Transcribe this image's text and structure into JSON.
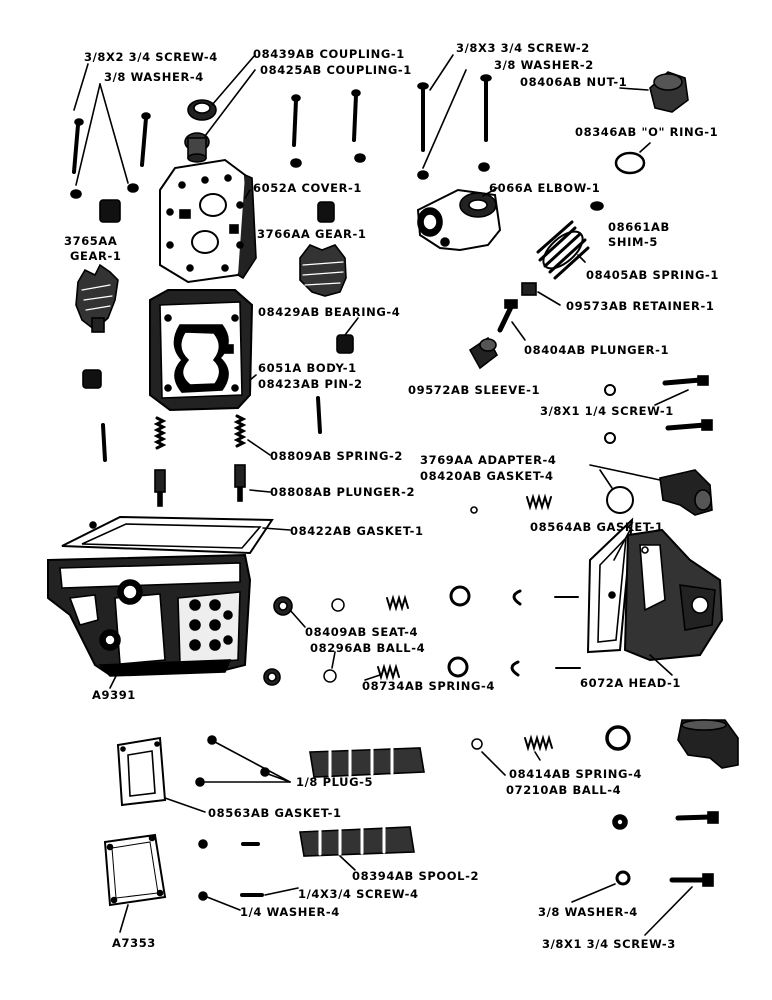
{
  "labels": {
    "screw_38x234": "3/8X2 3/4 SCREW-4",
    "washer_38_4": "3/8 WASHER-4",
    "coupling_08439": "08439AB COUPLING-1",
    "coupling_08425": "08425AB COUPLING-1",
    "screw_38x334": "3/8X3 3/4 SCREW-2",
    "washer_38_2": "3/8 WASHER-2",
    "nut_08406": "08406AB NUT-1",
    "oring_08346": "08346AB \"O\" RING-1",
    "cover_6052": "6052A COVER-1",
    "elbow_6066": "6066A ELBOW-1",
    "shim_line1": "08661AB",
    "shim_line2": "SHIM-5",
    "gear_3765_line1": "3765AA",
    "gear_3765_line2": "GEAR-1",
    "gear_3766": "3766AA GEAR-1",
    "spring_08405": "08405AB SPRING-1",
    "retainer_09573": "09573AB RETAINER-1",
    "bearing_08429": "08429AB BEARING-4",
    "plunger_08404": "08404AB PLUNGER-1",
    "body_6051": "6051A BODY-1",
    "pin_08423": "08423AB PIN-2",
    "sleeve_09572": "09572AB SLEEVE-1",
    "screw_38x114": "3/8X1 1/4 SCREW-1",
    "spring_08809": "08809AB SPRING-2",
    "adapter_3769": "3769AA ADAPTER-4",
    "gasket_08420": "08420AB GASKET-4",
    "plunger_08808": "08808AB PLUNGER-2",
    "gasket_08422": "08422AB GASKET-1",
    "gasket_08564": "08564AB GASKET-1",
    "seat_08409": "08409AB SEAT-4",
    "ball_08296": "08296AB BALL-4",
    "spring_08734": "08734AB SPRING-4",
    "head_6072": "6072A HEAD-1",
    "a9391": "A9391",
    "plug_18": "1/8 PLUG-5",
    "spring_08414": "08414AB SPRING-4",
    "ball_07210": "07210AB BALL-4",
    "gasket_08563": "08563AB GASKET-1",
    "spool_08394": "08394AB SPOOL-2",
    "screw_14x34": "1/4X3/4 SCREW-4",
    "washer_14": "1/4 WASHER-4",
    "washer_38_4b": "3/8 WASHER-4",
    "a7353": "A7353",
    "screw_38x134": "3/8X1 3/4 SCREW-3"
  }
}
